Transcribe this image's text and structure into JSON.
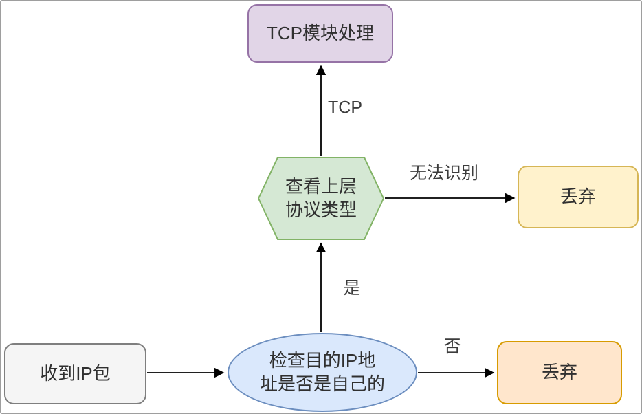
{
  "diagram": {
    "title": "IP packet processing flowchart",
    "nodes": {
      "tcp_module": {
        "label": "TCP模块处理",
        "shape": "rounded-rect",
        "fill": "#E1D5E7",
        "stroke": "#9673A6"
      },
      "check_protocol": {
        "label": "查看上层\n协议类型",
        "shape": "hexagon",
        "fill": "#D5E8D4",
        "stroke": "#82B366"
      },
      "discard_unknown": {
        "label": "丢弃",
        "shape": "rounded-rect",
        "fill": "#FFF2CC",
        "stroke": "#D6B656"
      },
      "receive_ip": {
        "label": "收到IP包",
        "shape": "rounded-rect",
        "fill": "#F5F5F5",
        "stroke": "#666666"
      },
      "check_ip": {
        "label": "检查目的IP地\n址是否是自己的",
        "shape": "ellipse",
        "fill": "#DAE8FC",
        "stroke": "#6C8EBF"
      },
      "discard_not_mine": {
        "label": "丢弃",
        "shape": "rounded-rect",
        "fill": "#FFE6CC",
        "stroke": "#D79B00"
      }
    },
    "edges": {
      "receive_to_check_ip": {
        "from": "receive_ip",
        "to": "check_ip",
        "label": ""
      },
      "check_ip_to_protocol": {
        "from": "check_ip",
        "to": "check_protocol",
        "label": "是"
      },
      "check_ip_to_discard": {
        "from": "check_ip",
        "to": "discard_not_mine",
        "label": "否"
      },
      "protocol_to_tcp_module": {
        "from": "check_protocol",
        "to": "tcp_module",
        "label": "TCP"
      },
      "protocol_to_discard": {
        "from": "check_protocol",
        "to": "discard_unknown",
        "label": "无法识别"
      }
    },
    "edge_color": "#000000",
    "background": "#FFFFFF"
  }
}
